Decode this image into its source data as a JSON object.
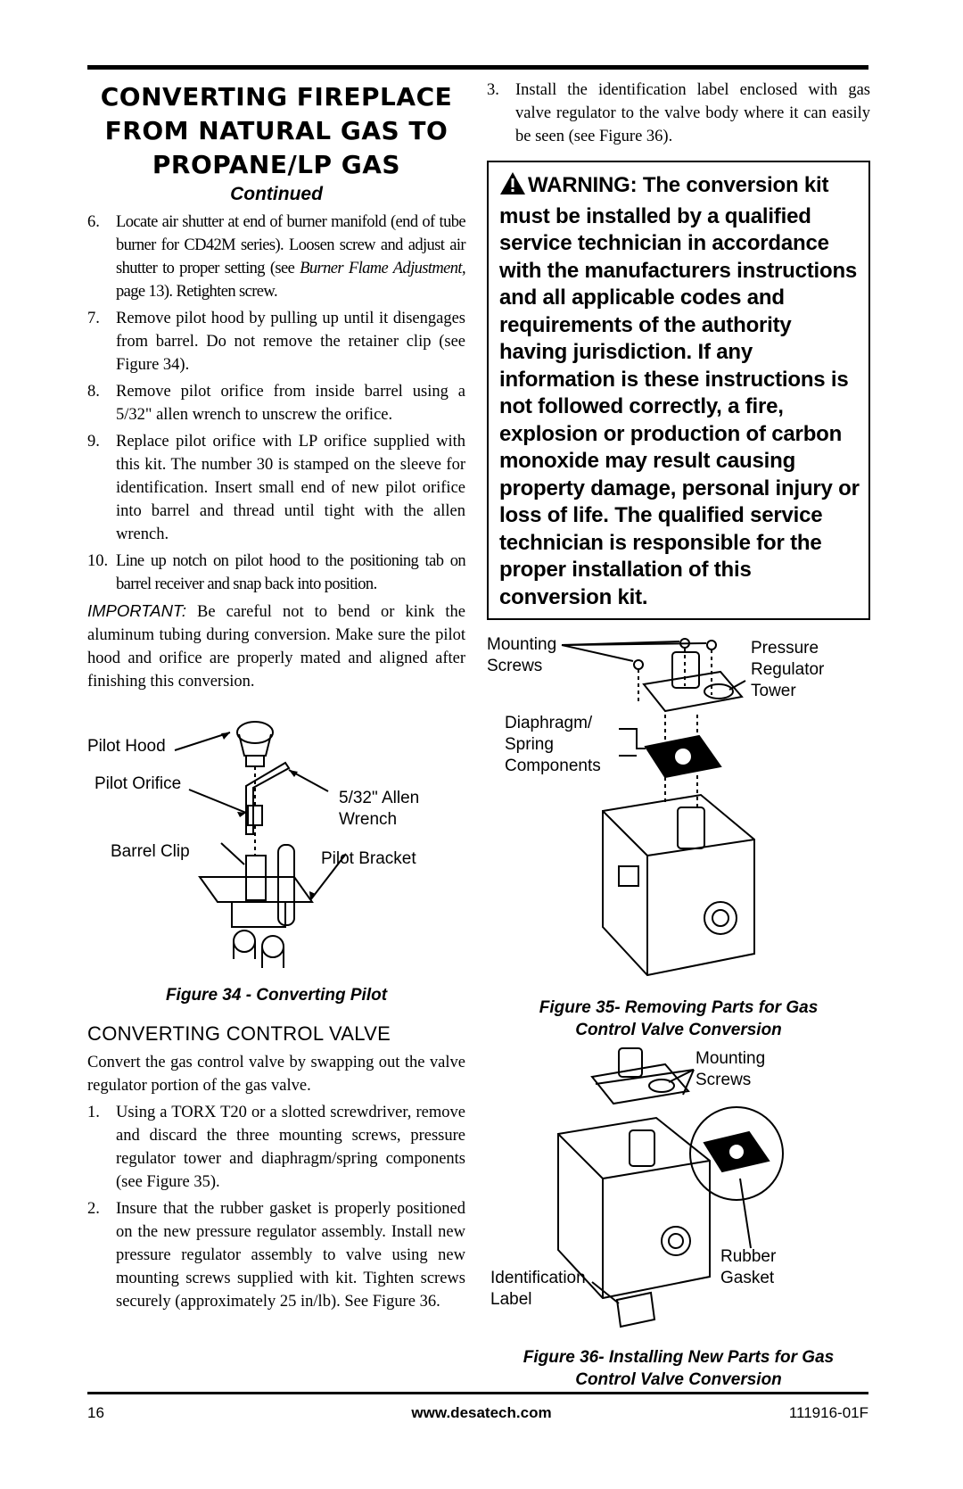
{
  "header": {
    "title_lines": [
      "CONVERTING FIREPLACE",
      "FROM NATURAL GAS TO",
      "PROPANE/LP GAS"
    ],
    "subtitle": "Continued"
  },
  "steps_left": [
    {
      "num": "6.",
      "text_a": "Locate air shutter at end of burner manifold (end of tube burner for CD42M series). Loosen screw and adjust air shutter to proper setting (see ",
      "text_em": "Burner Flame Adjustment",
      "text_b": ", page 13). Retighten screw."
    },
    {
      "num": "7.",
      "text": "Remove pilot hood by pulling up until it disengages from barrel. Do not remove the retainer clip (see Figure 34)."
    },
    {
      "num": "8.",
      "text": "Remove pilot orifice from inside barrel using a 5/32\" allen wrench to unscrew the orifice."
    },
    {
      "num": "9.",
      "text": "Replace pilot orifice with LP orifice supplied with this kit. The number 30 is stamped on the sleeve for identification. Insert small end of new pilot orifice into barrel and thread until tight with the allen wrench."
    },
    {
      "num": "10.",
      "text": "Line up notch on pilot hood to the positioning tab on barrel receiver and snap back into position."
    }
  ],
  "important": {
    "label": "IMPORTANT:",
    "text": " Be careful not to bend or kink the aluminum tubing during conversion. Make sure the pilot hood and orifice are properly mated and aligned after finishing this conversion."
  },
  "figure34": {
    "labels": {
      "pilot_hood": "Pilot Hood",
      "pilot_orifice": "Pilot Orifice",
      "allen_wrench_1": "5/32\" Allen",
      "allen_wrench_2": "Wrench",
      "barrel_clip": "Barrel Clip",
      "pilot_bracket": "Pilot Bracket"
    },
    "caption": "Figure 34 - Converting Pilot"
  },
  "section_control_valve": {
    "heading": "CONVERTING CONTROL VALVE",
    "intro": "Convert the gas control valve by swapping out the valve regulator portion of the gas valve.",
    "steps": [
      {
        "num": "1.",
        "text": "Using a TORX T20 or a slotted screwdriver, remove and discard the three mounting screws, pressure regulator tower and diaphragm/spring components (see Figure 35)."
      },
      {
        "num": "2.",
        "text": "Insure that the rubber gasket is properly positioned on the new pressure regulator assembly. Install new pressure regulator assembly to valve using new mounting screws supplied with kit. Tighten screws securely (approximately 25 in/lb). See Figure 36."
      }
    ]
  },
  "step3": {
    "num": "3.",
    "text": "Install the identification label enclosed with gas valve regulator to the valve body where it can easily be seen (see Figure 36)."
  },
  "warning": {
    "lead": "WARNING:",
    "text": " The conversion kit must be installed by a qualified service technician in accordance with the manufacturers instructions and all applicable codes and requirements of the authority having jurisdiction. If any information is these instructions is not followed correctly, a fire, explosion or production of carbon monoxide may result causing property damage, personal injury or loss of life. The qualified service technician is responsible for the proper installation of this conversion kit."
  },
  "figure35": {
    "labels": {
      "mounting_1": "Mounting",
      "mounting_2": "Screws",
      "pressure_1": "Pressure",
      "pressure_2": "Regulator",
      "pressure_3": "Tower",
      "diaphragm_1": "Diaphragm/",
      "diaphragm_2": "Spring",
      "diaphragm_3": "Components"
    },
    "caption_1": "Figure 35- Removing Parts for Gas",
    "caption_2": "Control Valve Conversion"
  },
  "figure36": {
    "labels": {
      "mounting_1": "Mounting",
      "mounting_2": "Screws",
      "rubber_1": "Rubber",
      "rubber_2": "Gasket",
      "ident_1": "Identification",
      "ident_2": "Label"
    },
    "caption_1": "Figure 36- Installing New Parts for Gas",
    "caption_2": "Control Valve Conversion"
  },
  "footer": {
    "page_number": "16",
    "website": "www.desatech.com",
    "doc_number": "111916-01F"
  }
}
